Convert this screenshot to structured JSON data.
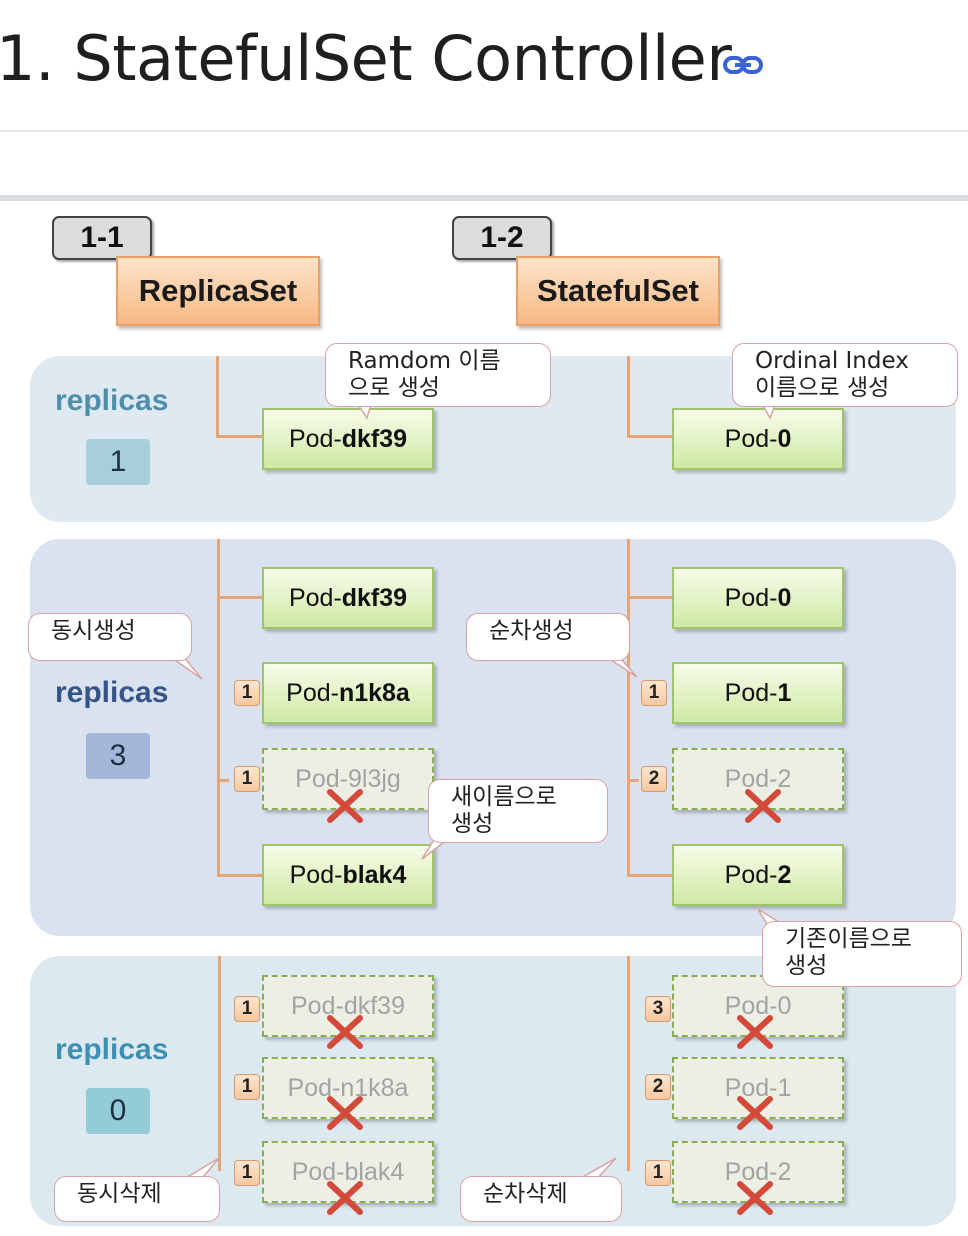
{
  "heading": {
    "title": "1. StatefulSet Controller"
  },
  "icons": {
    "anchor": "link-icon",
    "delete": "red-x-icon"
  },
  "colors": {
    "pod_border": "#9fc46c",
    "connector": "#e4a677",
    "replicas_label_1": "#4f8fad",
    "replicas_label_3": "#35558a",
    "replicas_label_0": "#3f8fb2",
    "count_bg_1": "#a7cfd9",
    "count_bg_3": "#a4b7da",
    "count_bg_0": "#93cbd8",
    "delete_mark": "#d44a3a"
  },
  "diagram": {
    "columns": [
      {
        "tag": "1-1",
        "title": "ReplicaSet"
      },
      {
        "tag": "1-2",
        "title": "StatefulSet"
      }
    ],
    "rows": [
      {
        "label": "replicas",
        "count": "1"
      },
      {
        "label": "replicas",
        "count": "3"
      },
      {
        "label": "replicas",
        "count": "0"
      }
    ],
    "pods": {
      "r1_rs": {
        "prefix": "Pod-",
        "name": "dkf39"
      },
      "r1_ss": {
        "prefix": "Pod-",
        "name": "0"
      },
      "r2_rs_1": {
        "prefix": "Pod-",
        "name": "dkf39"
      },
      "r2_rs_2": {
        "prefix": "Pod-",
        "name": "n1k8a",
        "badge": "1"
      },
      "r2_rs_3": {
        "prefix": "Pod-",
        "name": "9l3jg",
        "badge": "1"
      },
      "r2_rs_4": {
        "prefix": "Pod-",
        "name": "blak4"
      },
      "r2_ss_1": {
        "prefix": "Pod-",
        "name": "0"
      },
      "r2_ss_2": {
        "prefix": "Pod-",
        "name": "1",
        "badge": "1"
      },
      "r2_ss_3": {
        "prefix": "Pod-",
        "name": "2",
        "badge": "2"
      },
      "r2_ss_4": {
        "prefix": "Pod-",
        "name": "2"
      },
      "r3_rs_1": {
        "prefix": "Pod-",
        "name": "dkf39",
        "badge": "1"
      },
      "r3_rs_2": {
        "prefix": "Pod-",
        "name": "n1k8a",
        "badge": "1"
      },
      "r3_rs_3": {
        "prefix": "Pod-",
        "name": "blak4",
        "badge": "1"
      },
      "r3_ss_1": {
        "prefix": "Pod-",
        "name": "0",
        "badge": "3"
      },
      "r3_ss_2": {
        "prefix": "Pod-",
        "name": "1",
        "badge": "2"
      },
      "r3_ss_3": {
        "prefix": "Pod-",
        "name": "2",
        "badge": "1"
      }
    },
    "callouts": {
      "random_name": "Ramdom 이름\n으로 생성",
      "ordinal_name": "Ordinal Index\n이름으로 생성",
      "concurrent_create": "동시생성",
      "sequential_create": "순차생성",
      "new_name": "새이름으로\n생성",
      "existing_name": "기존이름으로\n생성",
      "concurrent_delete": "동시삭제",
      "sequential_delete": "순차삭제"
    }
  }
}
